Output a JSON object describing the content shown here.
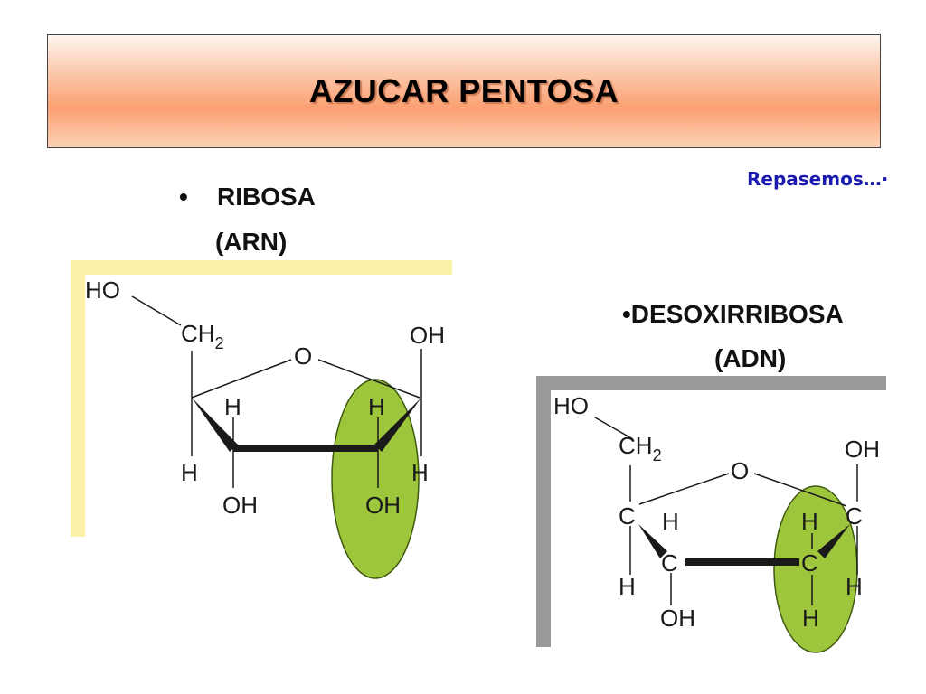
{
  "slide": {
    "title": "AZUCAR PENTOSA",
    "note": "Repasemos…·"
  },
  "ribose": {
    "bullet": "•",
    "name": "RIBOSA",
    "subtitle": "(ARN)",
    "frame_color": "#fbf2a8",
    "highlight_color": "#9ec63c",
    "labels": {
      "ho": "HO",
      "ch": "CH",
      "sub2": "2",
      "o": "O",
      "oh_right": "OH",
      "h_up_left": "H",
      "h_up_right": "H",
      "h_down_left": "H",
      "h_down_right": "H",
      "oh_down_left": "OH",
      "oh_down_right": "OH"
    }
  },
  "deoxyribose": {
    "name": "•DESOXIRRIBOSA",
    "subtitle": "(ADN)",
    "frame_color": "#9a9a9a",
    "highlight_color": "#9ec63c",
    "labels": {
      "ho": "HO",
      "ch": "CH",
      "sub2": "2",
      "o": "O",
      "oh_right": "OH",
      "c_left": "C",
      "c_right": "C",
      "c_bottom_left": "C",
      "c_bottom_right": "C",
      "h_up_left": "H",
      "h_up_right": "H",
      "h_down_left": "H",
      "h_down_right": "H",
      "oh_down_left": "OH",
      "h_down_bottom": "H"
    }
  }
}
